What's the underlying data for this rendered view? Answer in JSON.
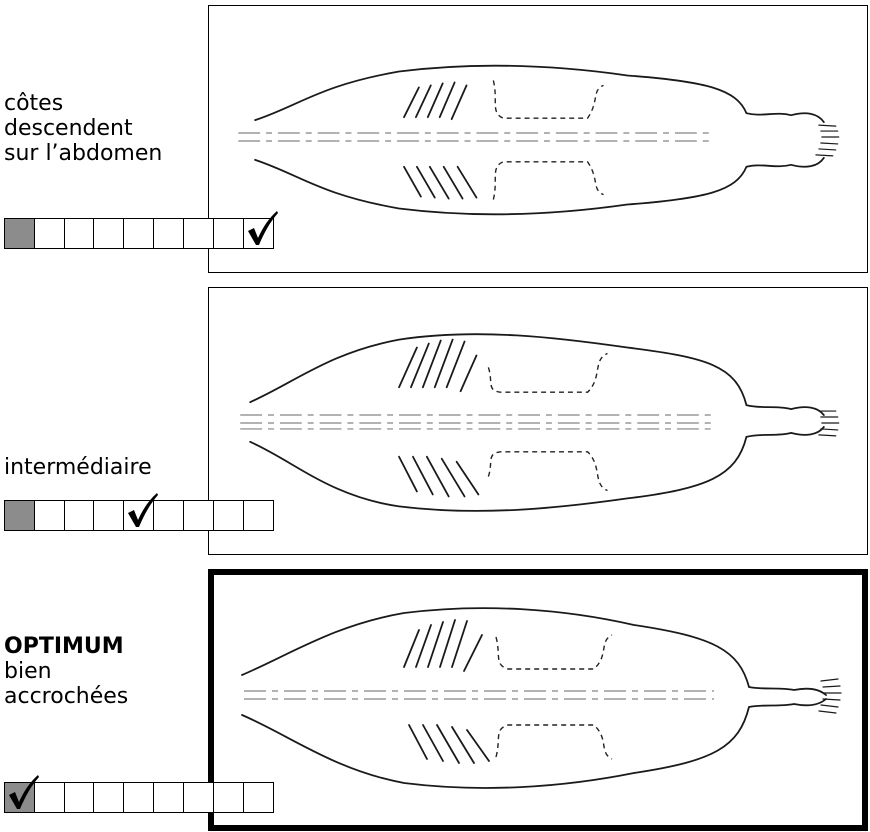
{
  "rows": [
    {
      "label_lines": [
        "côtes",
        "descendent",
        "sur l’abdomen"
      ],
      "bold_line": null,
      "scale": {
        "cells": 9,
        "shaded_index": 0,
        "check_index": 8
      },
      "framed": false
    },
    {
      "label_lines": [
        "intermédiaire"
      ],
      "bold_line": null,
      "scale": {
        "cells": 9,
        "shaded_index": 0,
        "check_index": 4
      },
      "framed": false
    },
    {
      "label_lines": [
        "bien",
        "accrochées"
      ],
      "bold_line": "OPTIMUM",
      "scale": {
        "cells": 9,
        "shaded_index": 0,
        "check_index": 0
      },
      "framed": true
    }
  ],
  "colors": {
    "shaded_cell": "#8c8c8c",
    "line": "#1a1a1a",
    "dashed": "#999999"
  },
  "icons": [
    "checkmark-icon",
    "fish-fillet-drawing"
  ]
}
